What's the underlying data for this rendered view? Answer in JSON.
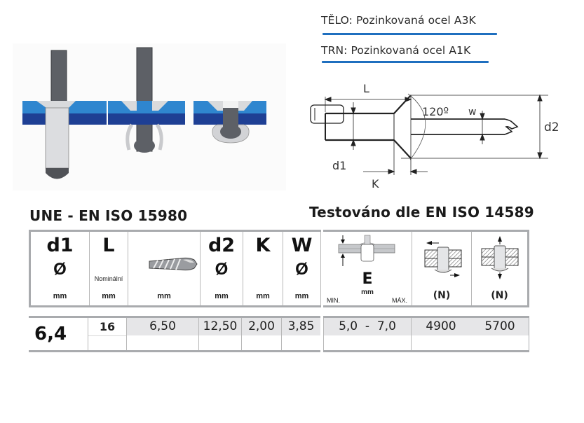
{
  "materials": {
    "body": "TĚLO: Pozinkovaná ocel A3K",
    "pin": "TRN: Pozinkovaná ocel A1K",
    "accent_color": "#1f6fbf"
  },
  "drawing": {
    "labels": {
      "L": "L",
      "d1": "d1",
      "d2": "d2",
      "K": "K",
      "w": "w",
      "angle": "120º"
    }
  },
  "standards": {
    "left": "UNE - EN ISO  15980",
    "right": "Testováno dle EN ISO 14589"
  },
  "table": {
    "headers": {
      "d1": {
        "symbol": "d1",
        "diameter": "Ø",
        "unit": "mm"
      },
      "L": {
        "symbol": "L",
        "note": "Nominální",
        "unit": "mm"
      },
      "drill": {
        "icon": "drill-bit-icon",
        "unit": "mm"
      },
      "d2": {
        "symbol": "d2",
        "diameter": "Ø",
        "unit": "mm"
      },
      "K": {
        "symbol": "K",
        "unit": "mm"
      },
      "W": {
        "symbol": "W",
        "diameter": "Ø",
        "unit": "mm"
      },
      "E": {
        "symbol": "E",
        "unit": "mm",
        "min": "MIN.",
        "max": "MÁX.",
        "icon": "grip-range-icon"
      },
      "shear": {
        "icon": "shear-force-icon",
        "unit": "(N)"
      },
      "tensile": {
        "icon": "tensile-force-icon",
        "unit": "(N)"
      }
    },
    "row": {
      "d1": "6,4",
      "L": "16",
      "drill": "6,50",
      "d2": "12,50",
      "K": "2,00",
      "W": "3,85",
      "E": "5,0  -  7,0",
      "shear": "4900",
      "tensile": "5700"
    },
    "colors": {
      "border": "#a9abae",
      "shade": "#e6e6e8"
    }
  }
}
